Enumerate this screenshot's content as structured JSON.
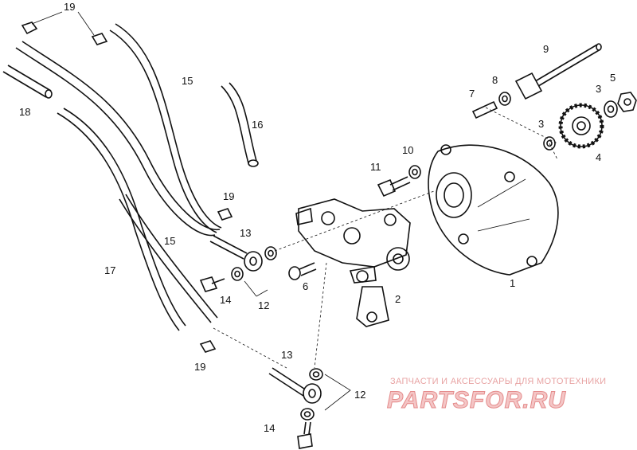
{
  "callouts": {
    "c1": "1",
    "c2": "2",
    "c3a": "3",
    "c3b": "3",
    "c4": "4",
    "c5": "5",
    "c6": "6",
    "c7": "7",
    "c8": "8",
    "c9": "9",
    "c10": "10",
    "c11": "11",
    "c12a": "12",
    "c12b": "12",
    "c13a": "13",
    "c13b": "13",
    "c14a": "14",
    "c14b": "14",
    "c15a": "15",
    "c15b": "15",
    "c16": "16",
    "c17": "17",
    "c18": "18",
    "c19a": "19",
    "c19b": "19",
    "c19c": "19"
  },
  "watermark": {
    "tagline": "ЗАПЧАСТИ И АКСЕССУАРЫ ДЛЯ МОТОТЕХНИКИ",
    "brand": "PARTSFOR.RU",
    "color": "#e48b8b"
  }
}
